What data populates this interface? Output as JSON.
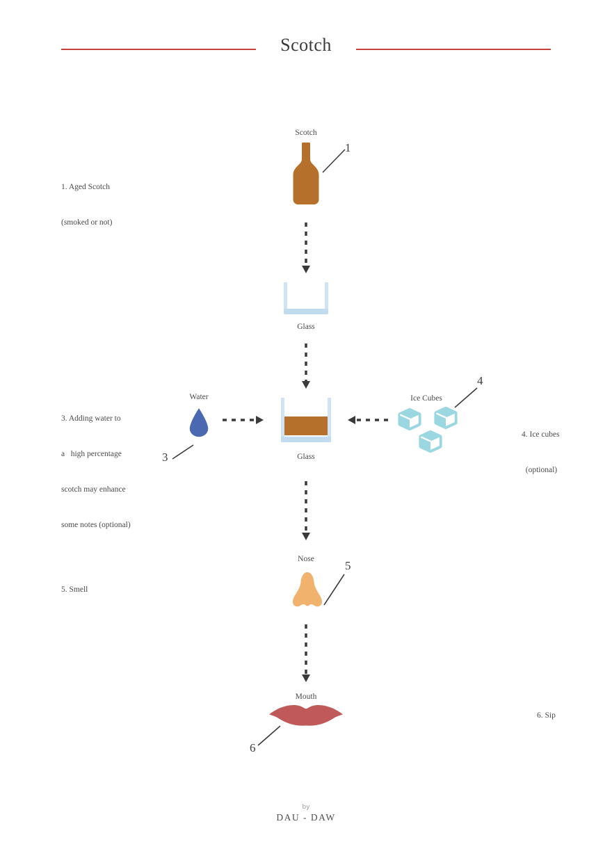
{
  "title": "Scotch",
  "colors": {
    "rule": "#c5403a",
    "title_text": "#3b3b3b",
    "text": "#4a4a4a",
    "arrow": "#3a3a3a",
    "line": "#3d3d3d",
    "bottle": "#b5702c",
    "scotch": "#b5702c",
    "glass": "#cfe3f4",
    "glass_bottom": "#c1dbef",
    "water": "#4a69b1",
    "ice": "#9ad7e1",
    "nose": "#f0b26c",
    "mouth": "#c05a5a"
  },
  "nodes": {
    "bottle": {
      "label": "Scotch",
      "callout": "1"
    },
    "glass_empty": {
      "label": "Glass"
    },
    "glass_filled": {
      "label": "Glass"
    },
    "water": {
      "label": "Water",
      "callout": "3"
    },
    "ice": {
      "label": "Ice Cubes",
      "callout": "4"
    },
    "nose": {
      "label": "Nose",
      "callout": "5"
    },
    "mouth": {
      "label": "Mouth",
      "callout": "6"
    }
  },
  "annotations": {
    "step1": [
      "1. Aged Scotch",
      "(smoked or not)"
    ],
    "step3": [
      "3. Adding water to",
      "a   high percentage",
      "scotch may enhance",
      "some notes (optional)"
    ],
    "step4": [
      "4. Ice cubes",
      "  (optional)"
    ],
    "step5": "5. Smell",
    "step6": "6. Sip"
  },
  "footer": {
    "by": "by",
    "credit": "DAU - DAW"
  }
}
